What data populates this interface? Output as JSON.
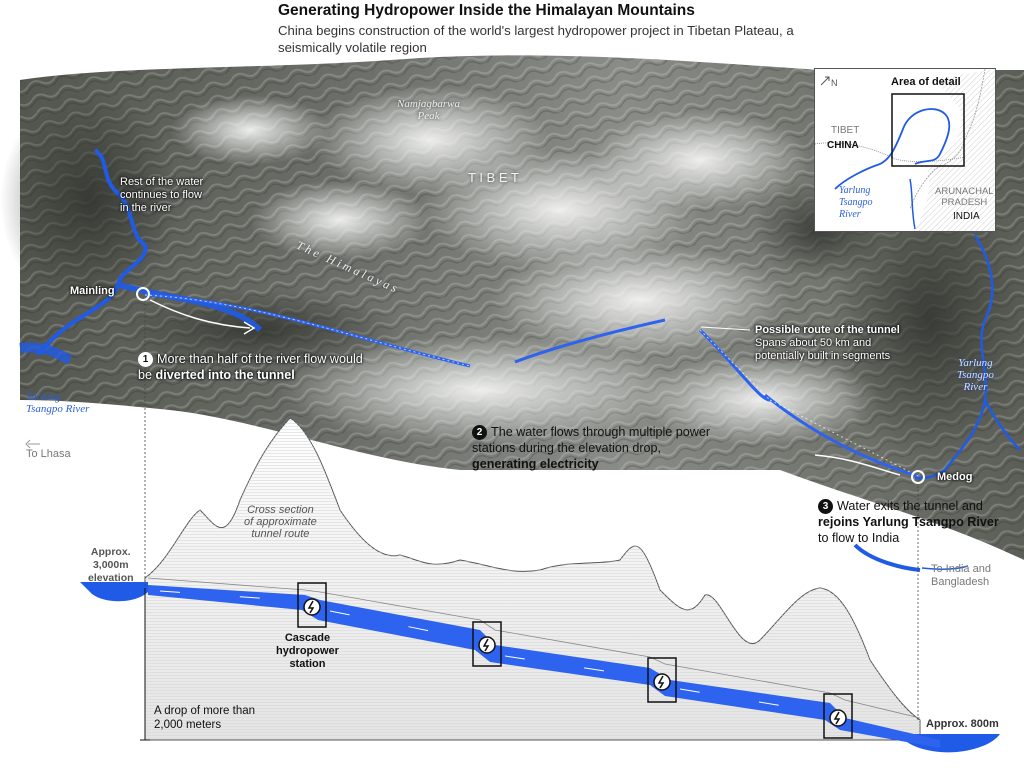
{
  "header": {
    "title": "Generating Hydropower Inside the Himalayan Mountains",
    "subtitle": "China begins construction of the world's largest hydropower project in Tibetan Plateau, a seismically volatile region"
  },
  "terrain_labels": {
    "peak": "Namjagbarwa\nPeak",
    "tibet": "T I B E T",
    "himalayas": "T h e   H i m a l a y a s"
  },
  "map_labels": {
    "rest_of_water": "Rest of the water\ncontinues to flow\nin the river",
    "mainling": "Mainling",
    "medog": "Medog",
    "river_left": "Yarlung\nTsangpo River",
    "river_right": "Yarlung\nTsangpo\nRiver",
    "to_lhasa": "To Lhasa",
    "to_india": "To India and\nBangladesh",
    "route_title": "Possible route of the tunnel",
    "route_desc": "Spans about 50 km and\npotentially built in segments"
  },
  "steps": [
    {
      "num": "1",
      "pre": "More than half of the river flow would be ",
      "bold": "diverted into the tunnel",
      "post": ""
    },
    {
      "num": "2",
      "pre": "The water flows through multiple power stations during the elevation drop, ",
      "bold": "generating electricity",
      "post": ""
    },
    {
      "num": "3",
      "pre": "Water exits the tunnel and ",
      "bold": "rejoins Yarlung Tsangpo River",
      "post": " to flow to India"
    }
  ],
  "inset": {
    "north": "N",
    "title": "Area of detail",
    "tibet": "TIBET",
    "china": "CHINA",
    "river": "Yarlung\nTsangpo\nRiver",
    "arunachal": "ARUNACHAL\nPRADESH",
    "india": "INDIA"
  },
  "cross_section": {
    "caption": "Cross section\nof approximate\ntunnel route",
    "left_elev": "Approx.\n3,000m\nelevation",
    "right_elev": "Approx. 800m",
    "station": "Cascade\nhydropower\nstation",
    "drop": "A drop of more than\n2,000 meters"
  },
  "colors": {
    "river": "#1f5be6",
    "tunnel": "#2d63ee",
    "terrain_dark": "#4b4e48",
    "terrain_snow": "#e9ebea"
  }
}
